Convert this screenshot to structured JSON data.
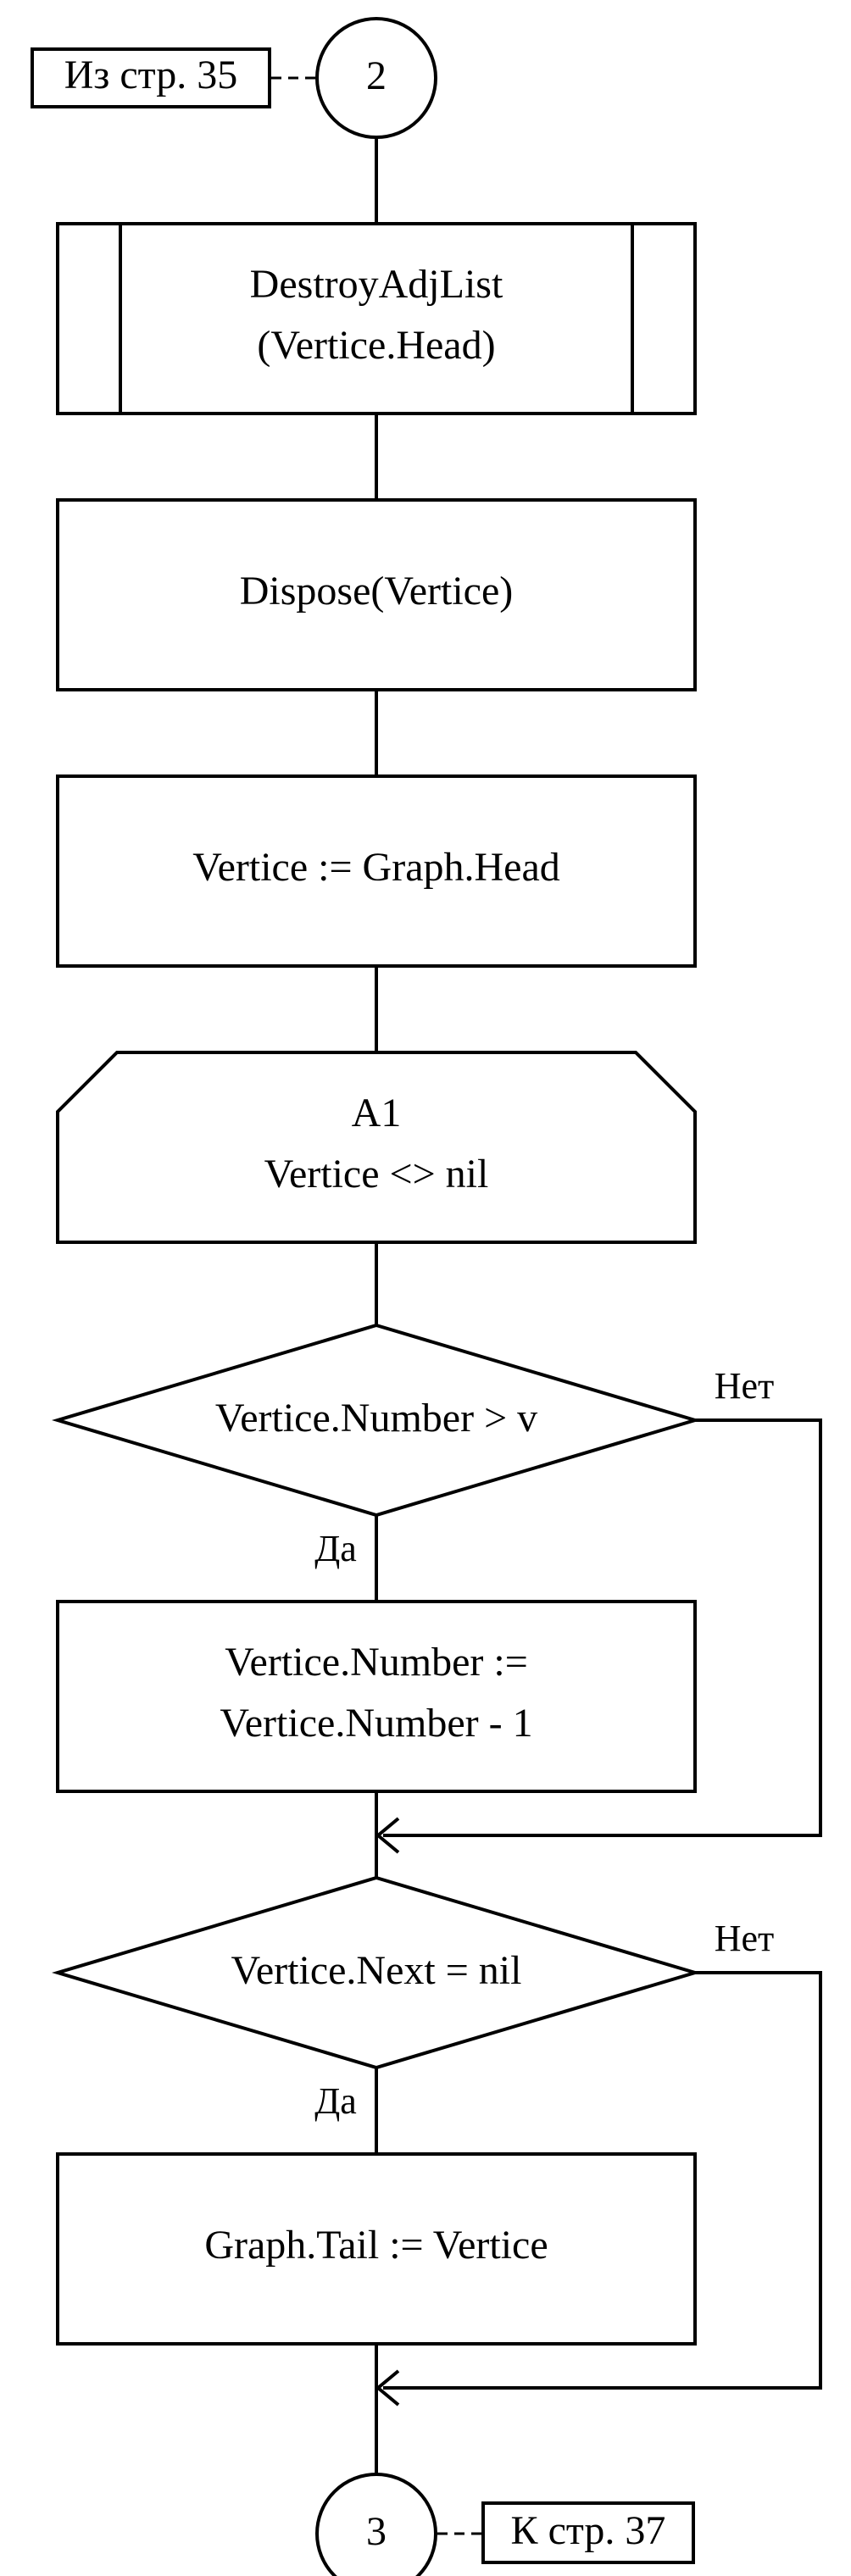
{
  "connectors": {
    "top_number": "2",
    "top_ref": "Из стр. 35",
    "bottom_number": "3",
    "bottom_ref": "К стр. 37"
  },
  "blocks": {
    "destroy_line1": "DestroyAdjList",
    "destroy_line2": "(Vertice.Head)",
    "dispose": "Dispose(Vertice)",
    "assign_head": "Vertice := Graph.Head",
    "loop_label": "A1",
    "loop_condition": "Vertice <> nil",
    "cond_number": "Vertice.Number > v",
    "decrement_line1": "Vertice.Number :=",
    "decrement_line2": "Vertice.Number - 1",
    "cond_next": "Vertice.Next = nil",
    "assign_tail": "Graph.Tail := Vertice"
  },
  "branches": {
    "yes": "Да",
    "no": "Нет"
  }
}
